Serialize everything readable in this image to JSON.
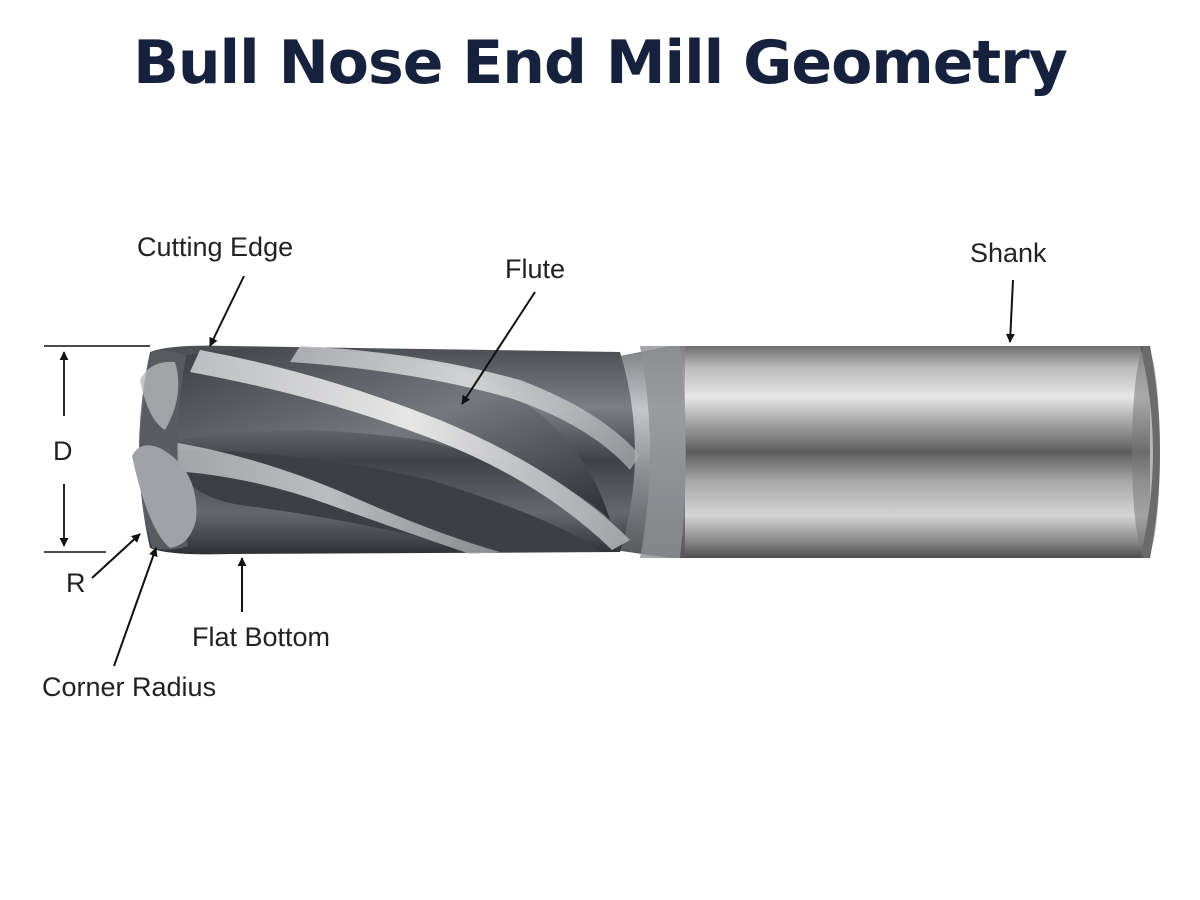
{
  "title": "Bull Nose End Mill Geometry",
  "labels": {
    "cutting_edge": "Cutting Edge",
    "flute": "Flute",
    "shank": "Shank",
    "diameter": "D",
    "radius": "R",
    "flat_bottom": "Flat Bottom",
    "corner_radius": "Corner Radius"
  },
  "colors": {
    "title": "#16213d",
    "text": "#222222",
    "arrow": "#111111"
  }
}
